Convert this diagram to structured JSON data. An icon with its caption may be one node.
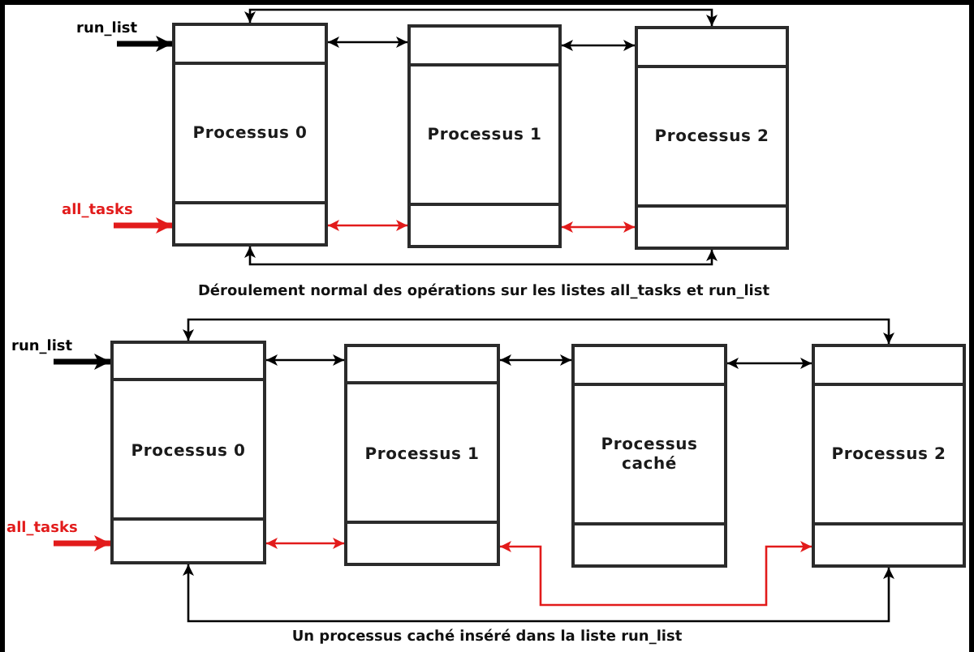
{
  "diagram": {
    "nodes": [
      {
        "text": [
          "Processus 0"
        ]
      },
      {
        "text": [
          "Processus 1"
        ]
      },
      {
        "text": [
          "Processus 2"
        ]
      },
      {
        "text": [
          "Processus 0"
        ]
      },
      {
        "text": [
          "Processus 1"
        ]
      },
      {
        "text": [
          "Processus caché"
        ]
      },
      {
        "text": [
          "Processus 2"
        ]
      }
    ],
    "edges": [
      {
        "from": null,
        "to": 0,
        "arrow": "to",
        "label": "run_list",
        "style": "thick"
      },
      {
        "from": null,
        "to": 0,
        "arrow": "to",
        "label": "all_tasks",
        "style": "thick",
        "color": "#e21b1b"
      },
      {
        "from": 0,
        "to": 1,
        "arrow": "both"
      },
      {
        "from": 1,
        "to": 2,
        "arrow": "both"
      },
      {
        "from": 0,
        "to": 1,
        "arrow": "both",
        "color": "#e21b1b"
      },
      {
        "from": 1,
        "to": 2,
        "arrow": "both",
        "color": "#e21b1b"
      },
      {
        "from": 0,
        "to": 2,
        "arrow": "both"
      },
      {
        "from": 0,
        "to": 2,
        "arrow": "both"
      },
      {
        "from": null,
        "to": 3,
        "arrow": "to",
        "label": "run_list",
        "style": "thick"
      },
      {
        "from": null,
        "to": 3,
        "arrow": "to",
        "label": "all_tasks",
        "style": "thick",
        "color": "#e21b1b"
      },
      {
        "from": 3,
        "to": 4,
        "arrow": "both"
      },
      {
        "from": 4,
        "to": 5,
        "arrow": "both"
      },
      {
        "from": 5,
        "to": 6,
        "arrow": "both"
      },
      {
        "from": 3,
        "to": 4,
        "arrow": "both",
        "color": "#e21b1b"
      },
      {
        "from": 4,
        "to": 6,
        "arrow": "both",
        "color": "#e21b1b"
      },
      {
        "from": 3,
        "to": 6,
        "arrow": "both"
      },
      {
        "from": 3,
        "to": 6,
        "arrow": "both"
      }
    ],
    "labels": [
      "Déroulement normal des opérations sur les listes all_tasks et run_list",
      "Un processus caché inséré dans la liste run_list"
    ]
  }
}
